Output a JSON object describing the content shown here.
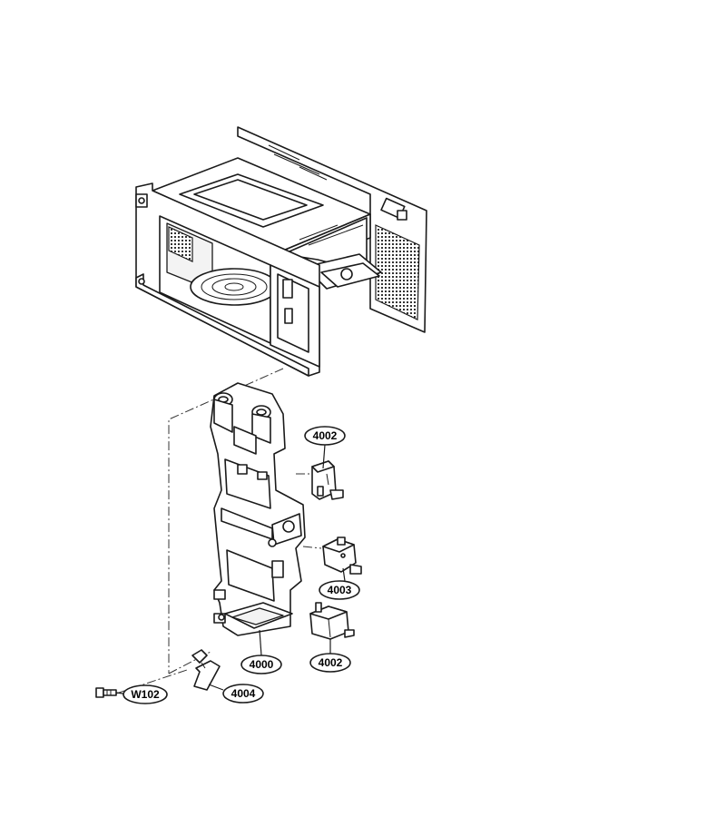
{
  "callouts": [
    {
      "id": "c1",
      "label": "4002"
    },
    {
      "id": "c2",
      "label": "4003"
    },
    {
      "id": "c3",
      "label": "4002"
    },
    {
      "id": "c4",
      "label": "4000"
    },
    {
      "id": "c5",
      "label": "4004"
    },
    {
      "id": "c6",
      "label": "W102"
    }
  ]
}
